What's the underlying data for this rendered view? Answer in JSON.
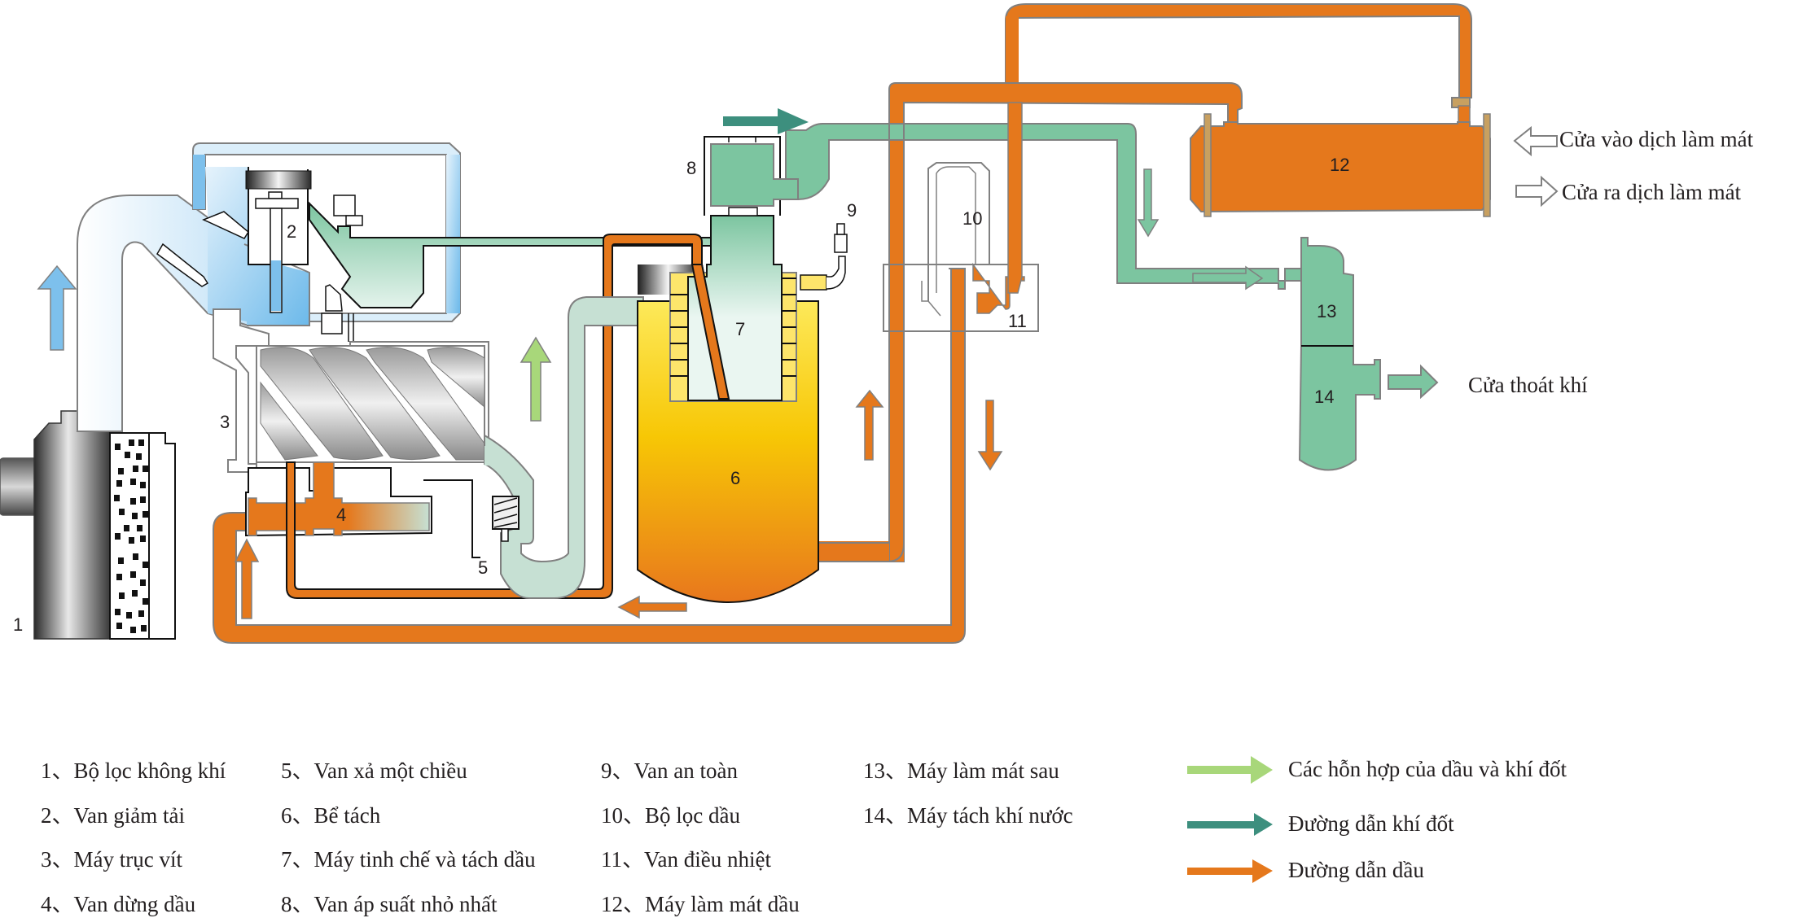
{
  "diagram": {
    "component_numbers": {
      "air_filter": "1",
      "unloading_valve": "2",
      "screw_compressor": "3",
      "oil_stop_valve": "4",
      "check_valve": "5",
      "separator_tank": "6",
      "oil_separator_element": "7",
      "min_pressure_valve": "8",
      "safety_valve": "9",
      "oil_filter": "10",
      "thermostatic_valve": "11",
      "oil_cooler": "12",
      "after_cooler": "13",
      "water_separator": "14"
    },
    "side_labels": {
      "coolant_inlet": "Cửa vào dịch làm mát",
      "coolant_outlet": "Cửa ra dịch làm mát",
      "air_outlet": "Cửa thoát khí"
    }
  },
  "legend": {
    "items": [
      {
        "num": "1、",
        "label": "Bộ lọc không khí"
      },
      {
        "num": "2、",
        "label": "Van giảm tải"
      },
      {
        "num": "3、",
        "label": "Máy trục vít"
      },
      {
        "num": "4、",
        "label": "Van dừng dầu"
      },
      {
        "num": "5、",
        "label": "Van xả một chiều"
      },
      {
        "num": "6、",
        "label": "Bể tách"
      },
      {
        "num": "7、",
        "label": "Máy tinh chế và tách dầu"
      },
      {
        "num": "8、",
        "label": "Van áp suất nhỏ nhất"
      },
      {
        "num": "9、",
        "label": "Van an toàn"
      },
      {
        "num": "10、",
        "label": "Bộ lọc dầu"
      },
      {
        "num": "11、",
        "label": "Van điều nhiệt"
      },
      {
        "num": "12、",
        "label": "Máy làm mát dầu"
      },
      {
        "num": "13、",
        "label": "Máy làm mát sau"
      },
      {
        "num": "14、",
        "label": "Máy tách khí nước"
      }
    ],
    "flow_keys": [
      {
        "label": "Các hỗn hợp của dầu và khí đốt",
        "color": "#a8d77a"
      },
      {
        "label": "Đường dẫn khí đốt",
        "color": "#3d8f7e"
      },
      {
        "label": "Đường dẫn dầu",
        "color": "#e5781c"
      }
    ]
  },
  "colors": {
    "oil": "#e5781c",
    "gas": "#7cc5a0",
    "gas_dark": "#3d8f7e",
    "mix": "#c6e0d3",
    "mix_arrow": "#a8d77a",
    "air": "#7dc0ec",
    "tank_yellow": "#f6c80a",
    "outline": "#808080"
  }
}
